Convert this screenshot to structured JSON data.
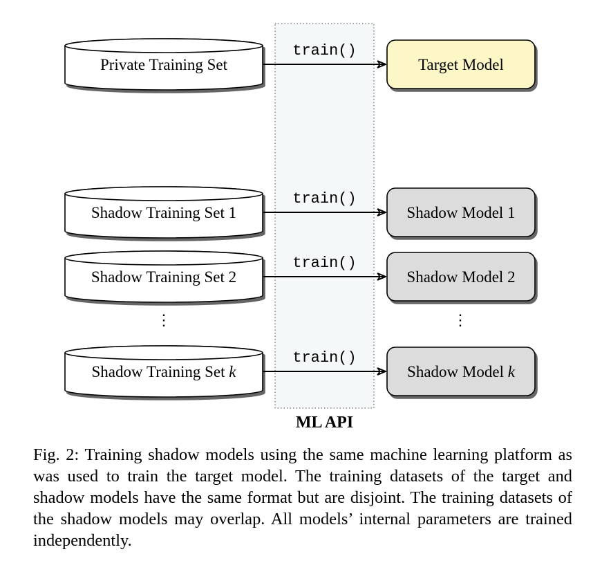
{
  "diagram": {
    "api_label": "ML API",
    "call_label": "train()",
    "vdots": "⋮",
    "rows": [
      {
        "dataset": "Private Training Set",
        "dataset_suffix": "",
        "model": "Target Model",
        "model_suffix": "",
        "kind": "target"
      },
      {
        "dataset": "Shadow Training Set 1",
        "dataset_suffix": "",
        "model": "Shadow Model 1",
        "model_suffix": "",
        "kind": "shadow"
      },
      {
        "dataset": "Shadow Training Set 2",
        "dataset_suffix": "",
        "model": "Shadow Model 2",
        "model_suffix": "",
        "kind": "shadow"
      },
      {
        "dataset": "Shadow Training Set ",
        "dataset_suffix": "k",
        "model": "Shadow Model ",
        "model_suffix": "k",
        "kind": "shadow"
      }
    ]
  },
  "colors": {
    "target_fill": "#fdf7c8",
    "shadow_fill": "#dcdcdc",
    "api_fill": "#f5f8f8"
  },
  "caption": "Fig. 2: Training shadow models using the same machine learning platform as was used to train the target model. The training datasets of the target and shadow models have the same format but are disjoint. The training datasets of the shadow models may overlap. All models’ internal parameters are trained independently."
}
